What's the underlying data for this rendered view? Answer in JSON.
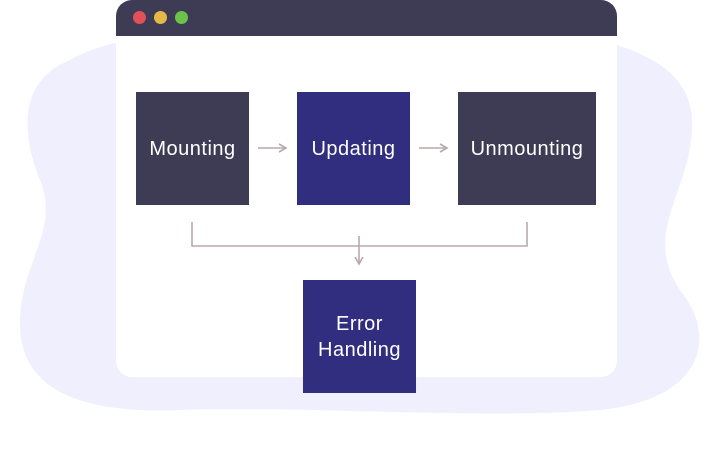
{
  "colors": {
    "window_titlebar": "#3e3b55",
    "window_body": "#ffffff",
    "background_blob": "#efeffd",
    "node_dark": "#3e3b55",
    "node_accent": "#312d7f",
    "connector": "#b8a9a9",
    "dot_red": "#e2505a",
    "dot_yellow": "#e6b846",
    "dot_green": "#6cc24a"
  },
  "icons": {
    "close": "red-dot-icon",
    "minimize": "yellow-dot-icon",
    "maximize": "green-dot-icon"
  },
  "diagram": {
    "nodes": [
      {
        "id": "mounting",
        "label": "Mounting",
        "style": "dark"
      },
      {
        "id": "updating",
        "label": "Updating",
        "style": "accent"
      },
      {
        "id": "unmounting",
        "label": "Unmounting",
        "style": "dark"
      },
      {
        "id": "error-handling",
        "label": "Error\nHandling",
        "style": "accent"
      }
    ],
    "edges": [
      {
        "from": "mounting",
        "to": "updating"
      },
      {
        "from": "updating",
        "to": "unmounting"
      },
      {
        "from": "mounting",
        "to": "error-handling"
      },
      {
        "from": "updating",
        "to": "error-handling"
      },
      {
        "from": "unmounting",
        "to": "error-handling"
      }
    ]
  }
}
